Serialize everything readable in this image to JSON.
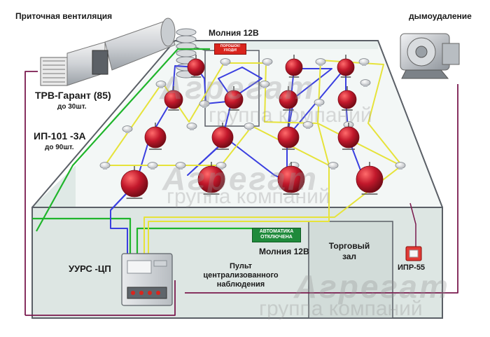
{
  "labels": {
    "supply_ventilation": "Приточная вентиляция",
    "smoke_removal": "дымоудаление",
    "molniya_top": "Молния 12В",
    "molniya_bottom": "Молния 12В",
    "fire_sign_top": "ПОРОШОК!",
    "fire_sign_bottom": "УХОДИ!",
    "trv_name": "ТРВ-Гарант (85)",
    "trv_qty": "до 30шт.",
    "ip_name": "ИП-101 -3А",
    "ip_qty": "до 90шт.",
    "automation_sign_top": "АВТОМАТИКА",
    "automation_sign_bottom": "ОТКЛЮЧЕНА",
    "room_line1": "Торговый",
    "room_line2": "зал",
    "uurs": "УУРС -ЦП",
    "console_line1": "Пульт",
    "console_line2": "централизованного",
    "console_line3": "наблюдения",
    "ipr": "ИПР-55"
  },
  "watermark": {
    "brand": "Агрегат",
    "subtitle": "группа компаний"
  },
  "colors": {
    "wire_blue": "#3a3fe0",
    "wire_yellow": "#e6e33a",
    "wire_green": "#1fb52b",
    "wire_purple": "#7a1a4e",
    "extinguisher_red": "#c2182b",
    "sign_green": "#1f8a3b",
    "sign_red": "#d9251d"
  }
}
